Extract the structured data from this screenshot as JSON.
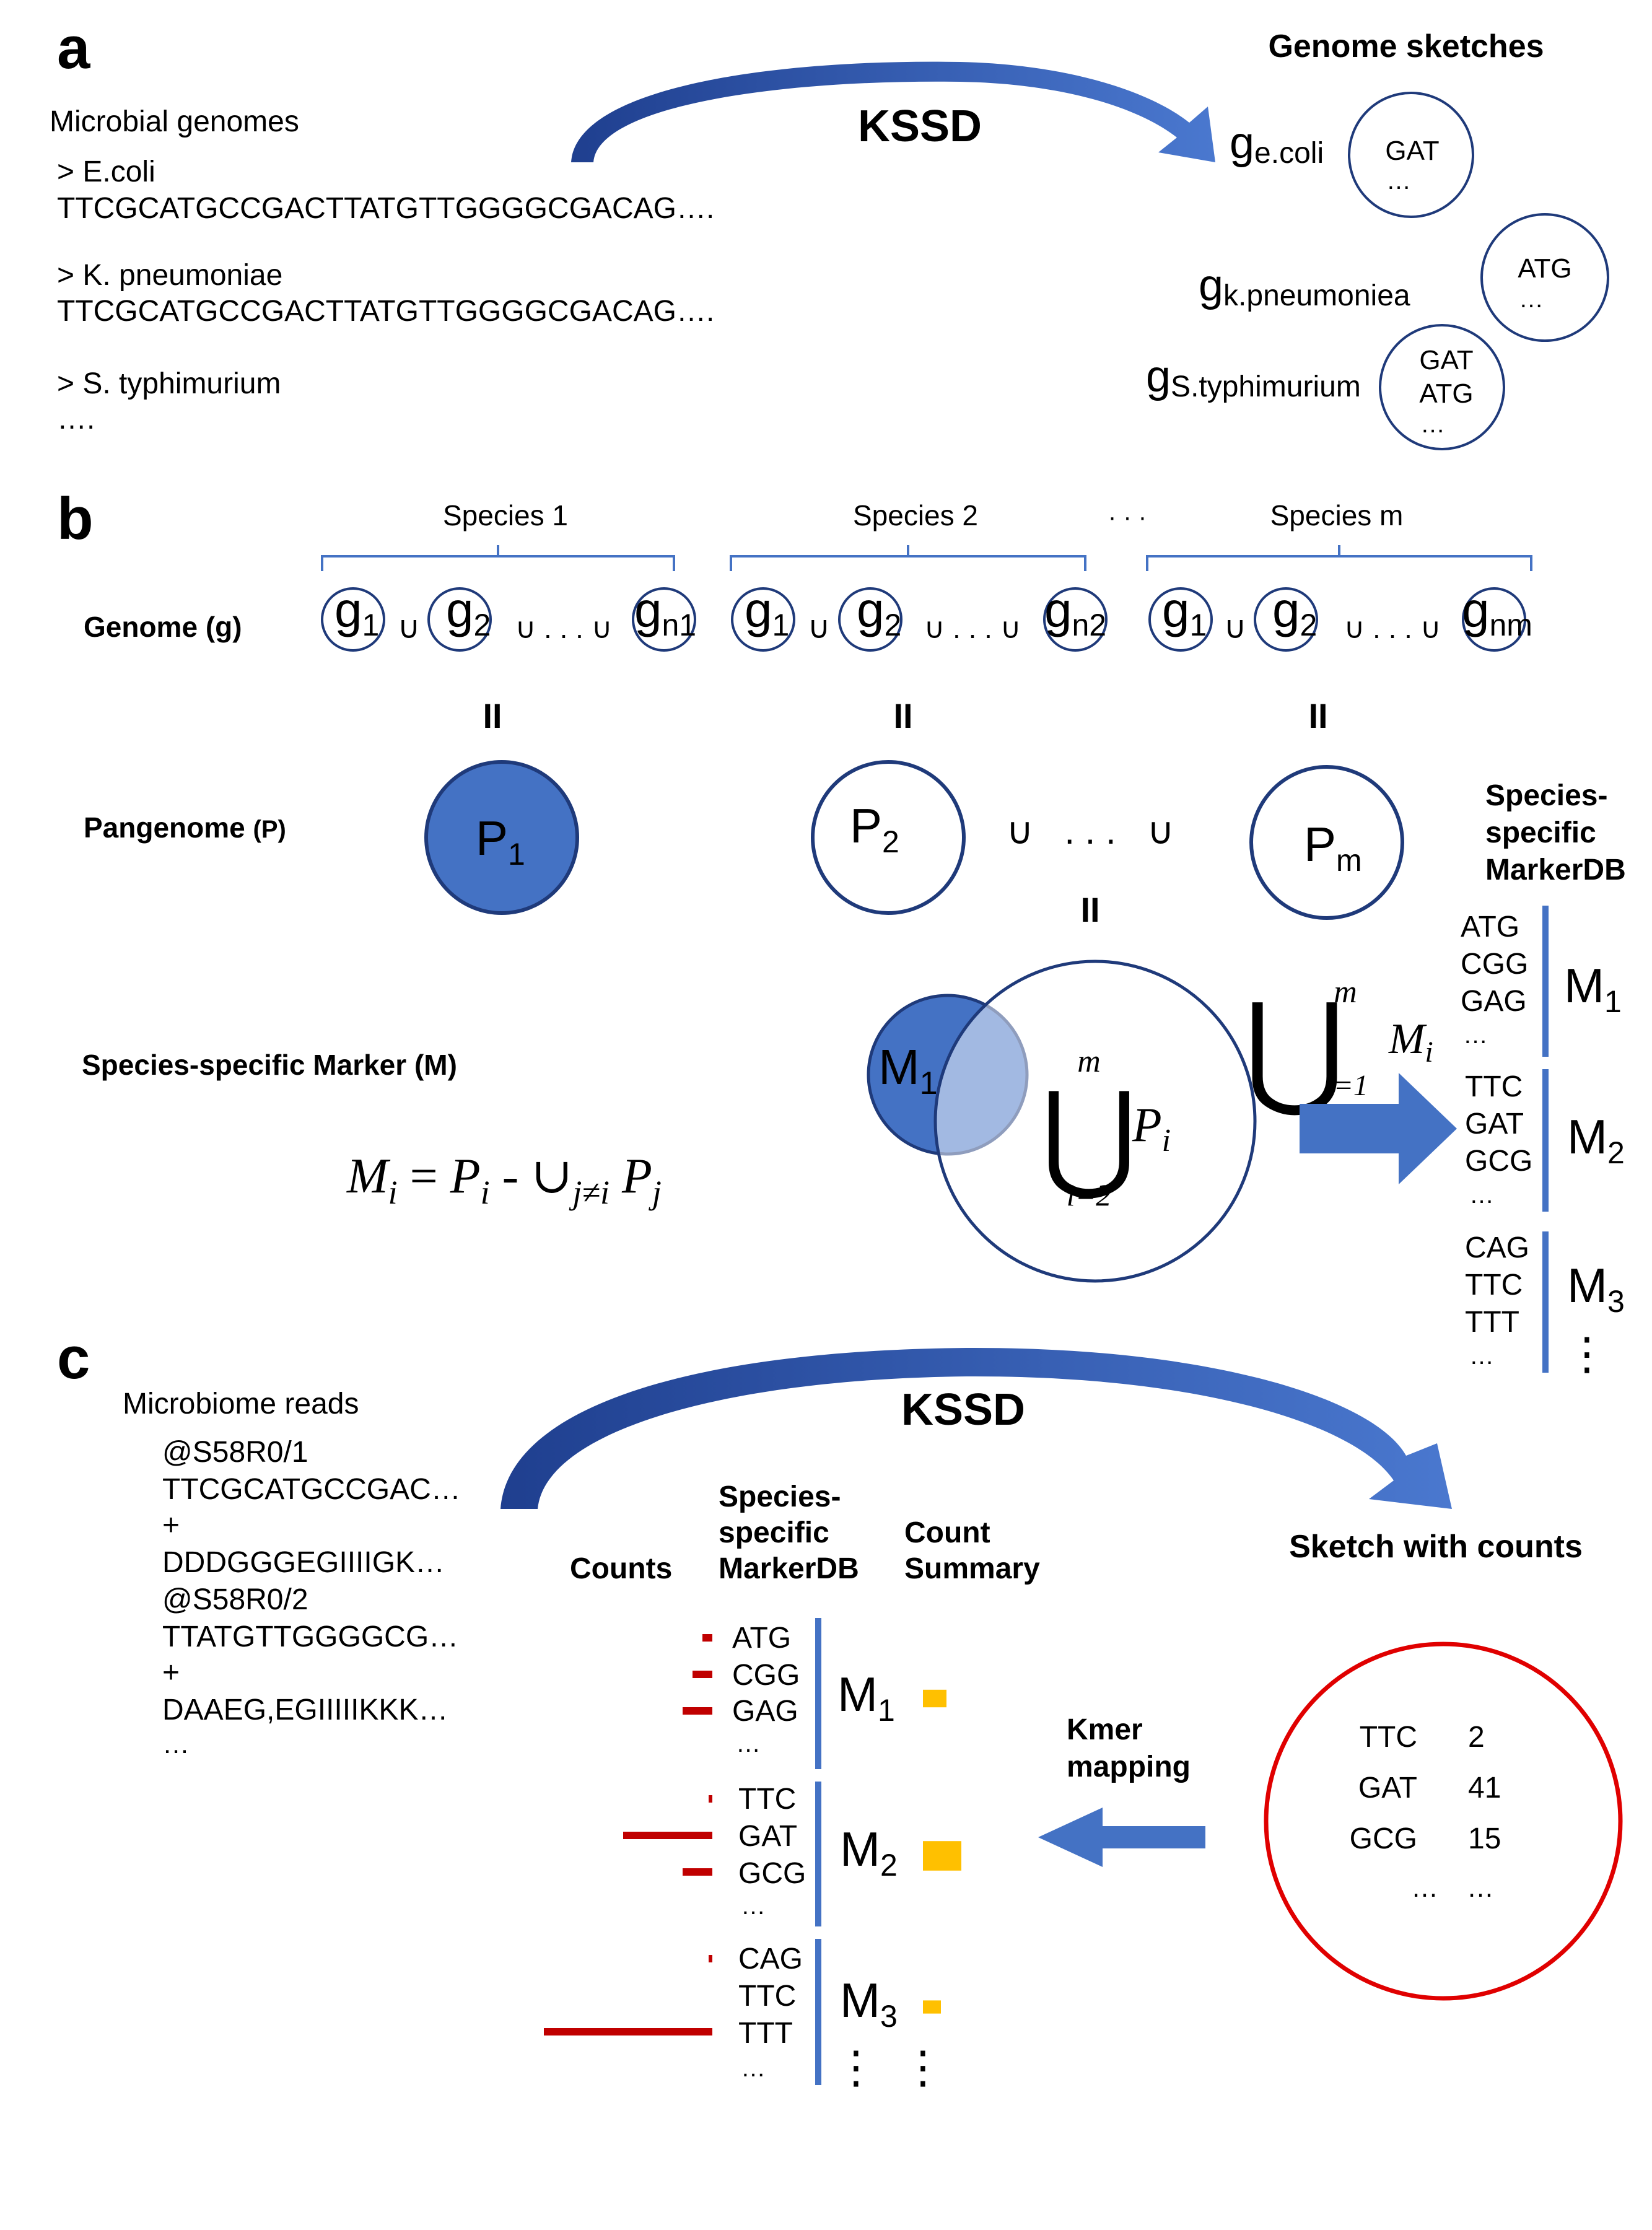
{
  "colors": {
    "blue": "#4472C4",
    "navy": "#1F3A7A",
    "arrow_blue": "#3A63B8",
    "light_blue": "#A4B5DC",
    "red": "#C00000",
    "yellow": "#FFC000",
    "ring_red": "#E00000"
  },
  "panel_a": {
    "label": "a",
    "title": "Microbial genomes",
    "genomes": [
      {
        "header": "> E.coli",
        "seq": "TTCGCATGCCGACTTATGTTGGGGCGACAG…."
      },
      {
        "header": "> K. pneumoniae",
        "seq": "TTCGCATGCCGACTTATGTTGGGGCGACAG…."
      },
      {
        "header": "> S. typhimurium",
        "seq": "…."
      }
    ],
    "arrow_label": "KSSD",
    "sketches_title": "Genome sketches",
    "sketches": [
      {
        "g": "g",
        "sub": "e.coli",
        "kmers": [
          "GAT",
          "…"
        ]
      },
      {
        "g": "g",
        "sub": "k.pneumoniea",
        "kmers": [
          "ATG",
          "…"
        ]
      },
      {
        "g": "g",
        "sub": "S.typhimurium",
        "kmers": [
          "GAT",
          "ATG",
          "…"
        ]
      }
    ]
  },
  "panel_b": {
    "label": "b",
    "species": [
      "Species 1",
      "Species 2",
      "Species m"
    ],
    "species_dots": "· · ·",
    "row_labels": {
      "genome": "Genome (g)",
      "pangenome": "Pangenome",
      "pangenome_suffix": "(P)",
      "marker": "Species-specific Marker (M)"
    },
    "genome_groups": [
      {
        "subs": [
          "1",
          "2",
          "n1"
        ]
      },
      {
        "subs": [
          "1",
          "2",
          "n2"
        ]
      },
      {
        "subs": [
          "1",
          "2",
          "nm"
        ]
      }
    ],
    "union": "∪",
    "union_dots": "∪ . . . ∪",
    "equals": "II",
    "pangenomes": [
      {
        "letter": "P",
        "sub": "1"
      },
      {
        "letter": "P",
        "sub": "2"
      },
      {
        "letter": "P",
        "sub": "m"
      }
    ],
    "pangenome_union_dots": "∪   . . .   ∪",
    "formula": {
      "lhs": "M",
      "lhs_sub": "i",
      "eq": "=",
      "p": "P",
      "p_sub": "i",
      "minus": "-",
      "cup": "∪",
      "cup_sub": "j≠i",
      "pj": "P",
      "pj_sub": "j"
    },
    "venn": {
      "m_letter": "M",
      "m_sub": "1",
      "big_cup": "⋃",
      "top": "m",
      "bottom": "i=2",
      "p": "P",
      "p_sub": "i"
    },
    "union_m": {
      "big_cup": "⋃",
      "top": "m",
      "bottom": "i=1",
      "m": "M",
      "m_sub": "i"
    },
    "markerdb_title": [
      "Species-",
      "specific",
      "MarkerDB"
    ],
    "markerdb": [
      {
        "kmers": [
          "ATG",
          "CGG",
          "GAG",
          "…"
        ],
        "label": "M",
        "sub": "1"
      },
      {
        "kmers": [
          "TTC",
          "GAT",
          "GCG",
          "…"
        ],
        "label": "M",
        "sub": "2"
      },
      {
        "kmers": [
          "CAG",
          "TTC",
          "TTT",
          "…"
        ],
        "label": "M",
        "sub": "3"
      }
    ],
    "vdots": "⋮"
  },
  "panel_c": {
    "label": "c",
    "reads_title": "Microbiome reads",
    "reads": [
      "@S58R0/1",
      "TTCGCATGCCGAC…",
      "+",
      "DDDGGGEGIIIIGK…",
      "@S58R0/2",
      "TTATGTTGGGGCG…",
      "+",
      "DAAEG,EGIIIIIKKK…",
      "…"
    ],
    "arrow_label": "KSSD",
    "counts_title": "Counts",
    "markerdb_title": [
      "Species-",
      "specific",
      "MarkerDB"
    ],
    "summary_title": [
      "Count",
      "Summary"
    ],
    "sketch_title": "Sketch with counts",
    "mapping_label": [
      "Kmer",
      "mapping"
    ],
    "sketch_counts": [
      {
        "kmer": "TTC",
        "count": "2"
      },
      {
        "kmer": "GAT",
        "count": "41"
      },
      {
        "kmer": "GCG",
        "count": "15"
      },
      {
        "kmer": "…",
        "count": "…"
      }
    ],
    "markerdb": [
      {
        "kmers": [
          "ATG",
          "CGG",
          "GAG",
          "…"
        ],
        "label": "M",
        "sub": "1",
        "counts": [
          1,
          2,
          3,
          null
        ],
        "summary": 0.3
      },
      {
        "kmers": [
          "TTC",
          "GAT",
          "GCG",
          "…"
        ],
        "label": "M",
        "sub": "2",
        "counts": [
          0.2,
          9,
          3,
          null
        ],
        "summary": 0.7
      },
      {
        "kmers": [
          "CAG",
          "TTC",
          "TTT",
          "…"
        ],
        "label": "M",
        "sub": "3",
        "counts": [
          0.2,
          null,
          17,
          null
        ],
        "summary": 0.15
      }
    ],
    "vdots": "⋮"
  }
}
